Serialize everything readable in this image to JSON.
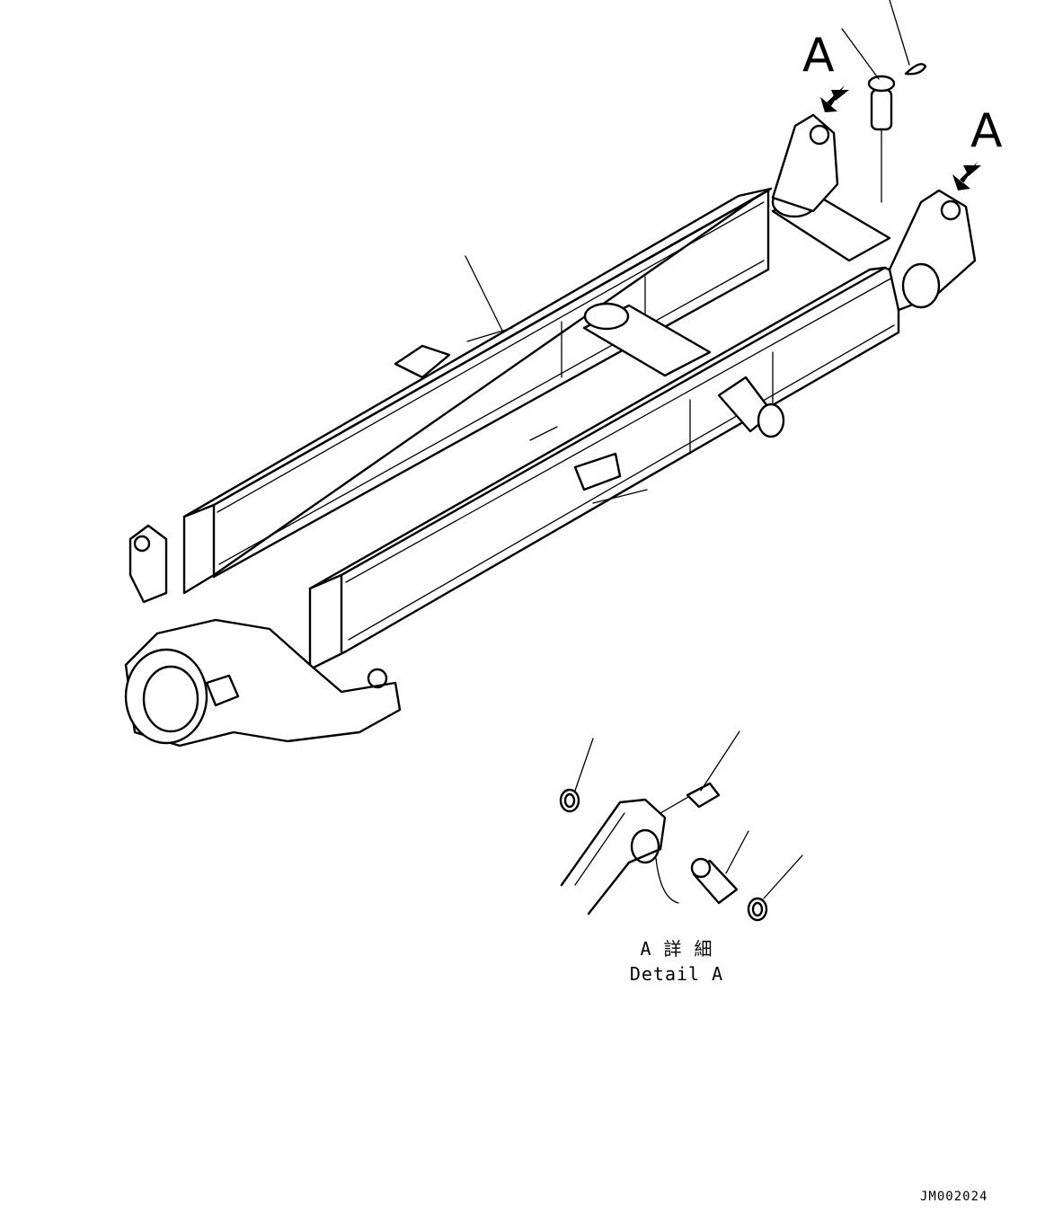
{
  "callouts": {
    "arrow_label_left": "A",
    "arrow_label_right": "A"
  },
  "detail": {
    "label_jp": "A 詳 細",
    "label_en": "Detail A"
  },
  "drawing_id": "JM002024",
  "icons": [
    "view-arrow-icon",
    "leader-line"
  ],
  "colors": {
    "line": "#000000",
    "background": "#ffffff"
  }
}
